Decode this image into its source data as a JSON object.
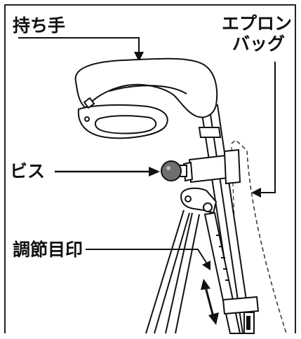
{
  "labels": {
    "handle": "持ち手",
    "apron_bag_line1": "エプロン",
    "apron_bag_line2": "バッグ",
    "screw": "ビス",
    "adjust_mark": "調節目印"
  },
  "colors": {
    "ink": "#111111",
    "knob": "#6e6e6e",
    "background": "#ffffff"
  }
}
